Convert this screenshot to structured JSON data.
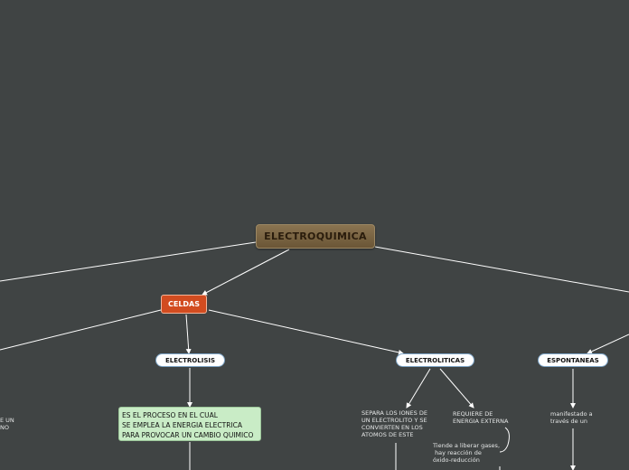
{
  "colors": {
    "background": "#404444",
    "root": "#7a6545",
    "celdas": "#d24c20",
    "green_box": "#c9ecc6",
    "line": "#ffffff"
  },
  "nodes": {
    "root": "ELECTROQUIMICA",
    "celdas": "CELDAS",
    "electrolisis": "ELECTROLISIS",
    "electroliticas": "ELECTROLITICAS",
    "espontaneas": "ESPONTANEAS",
    "electrolisis_def": "ES EL PROCESO EN EL CUAL\nSE EMPLEA LA ENERGIA ELECTRICA\nPARA PROVOCAR UN CAMBIO QUIMICO",
    "separa": "SEPARA LOS IONES DE\nUN ELECTROLITO Y SE\nCONVIERTEN EN LOS\nATOMOS DE ESTE",
    "requiere": "REQUIERE DE\nENERGIA EXTERNA",
    "tiende": "Tiende a liberar gases,\n hay reacción de\nóxido-reducción",
    "manifestado": "manifestado a\ntravés de un",
    "left_partial": "E UN\nNO"
  }
}
